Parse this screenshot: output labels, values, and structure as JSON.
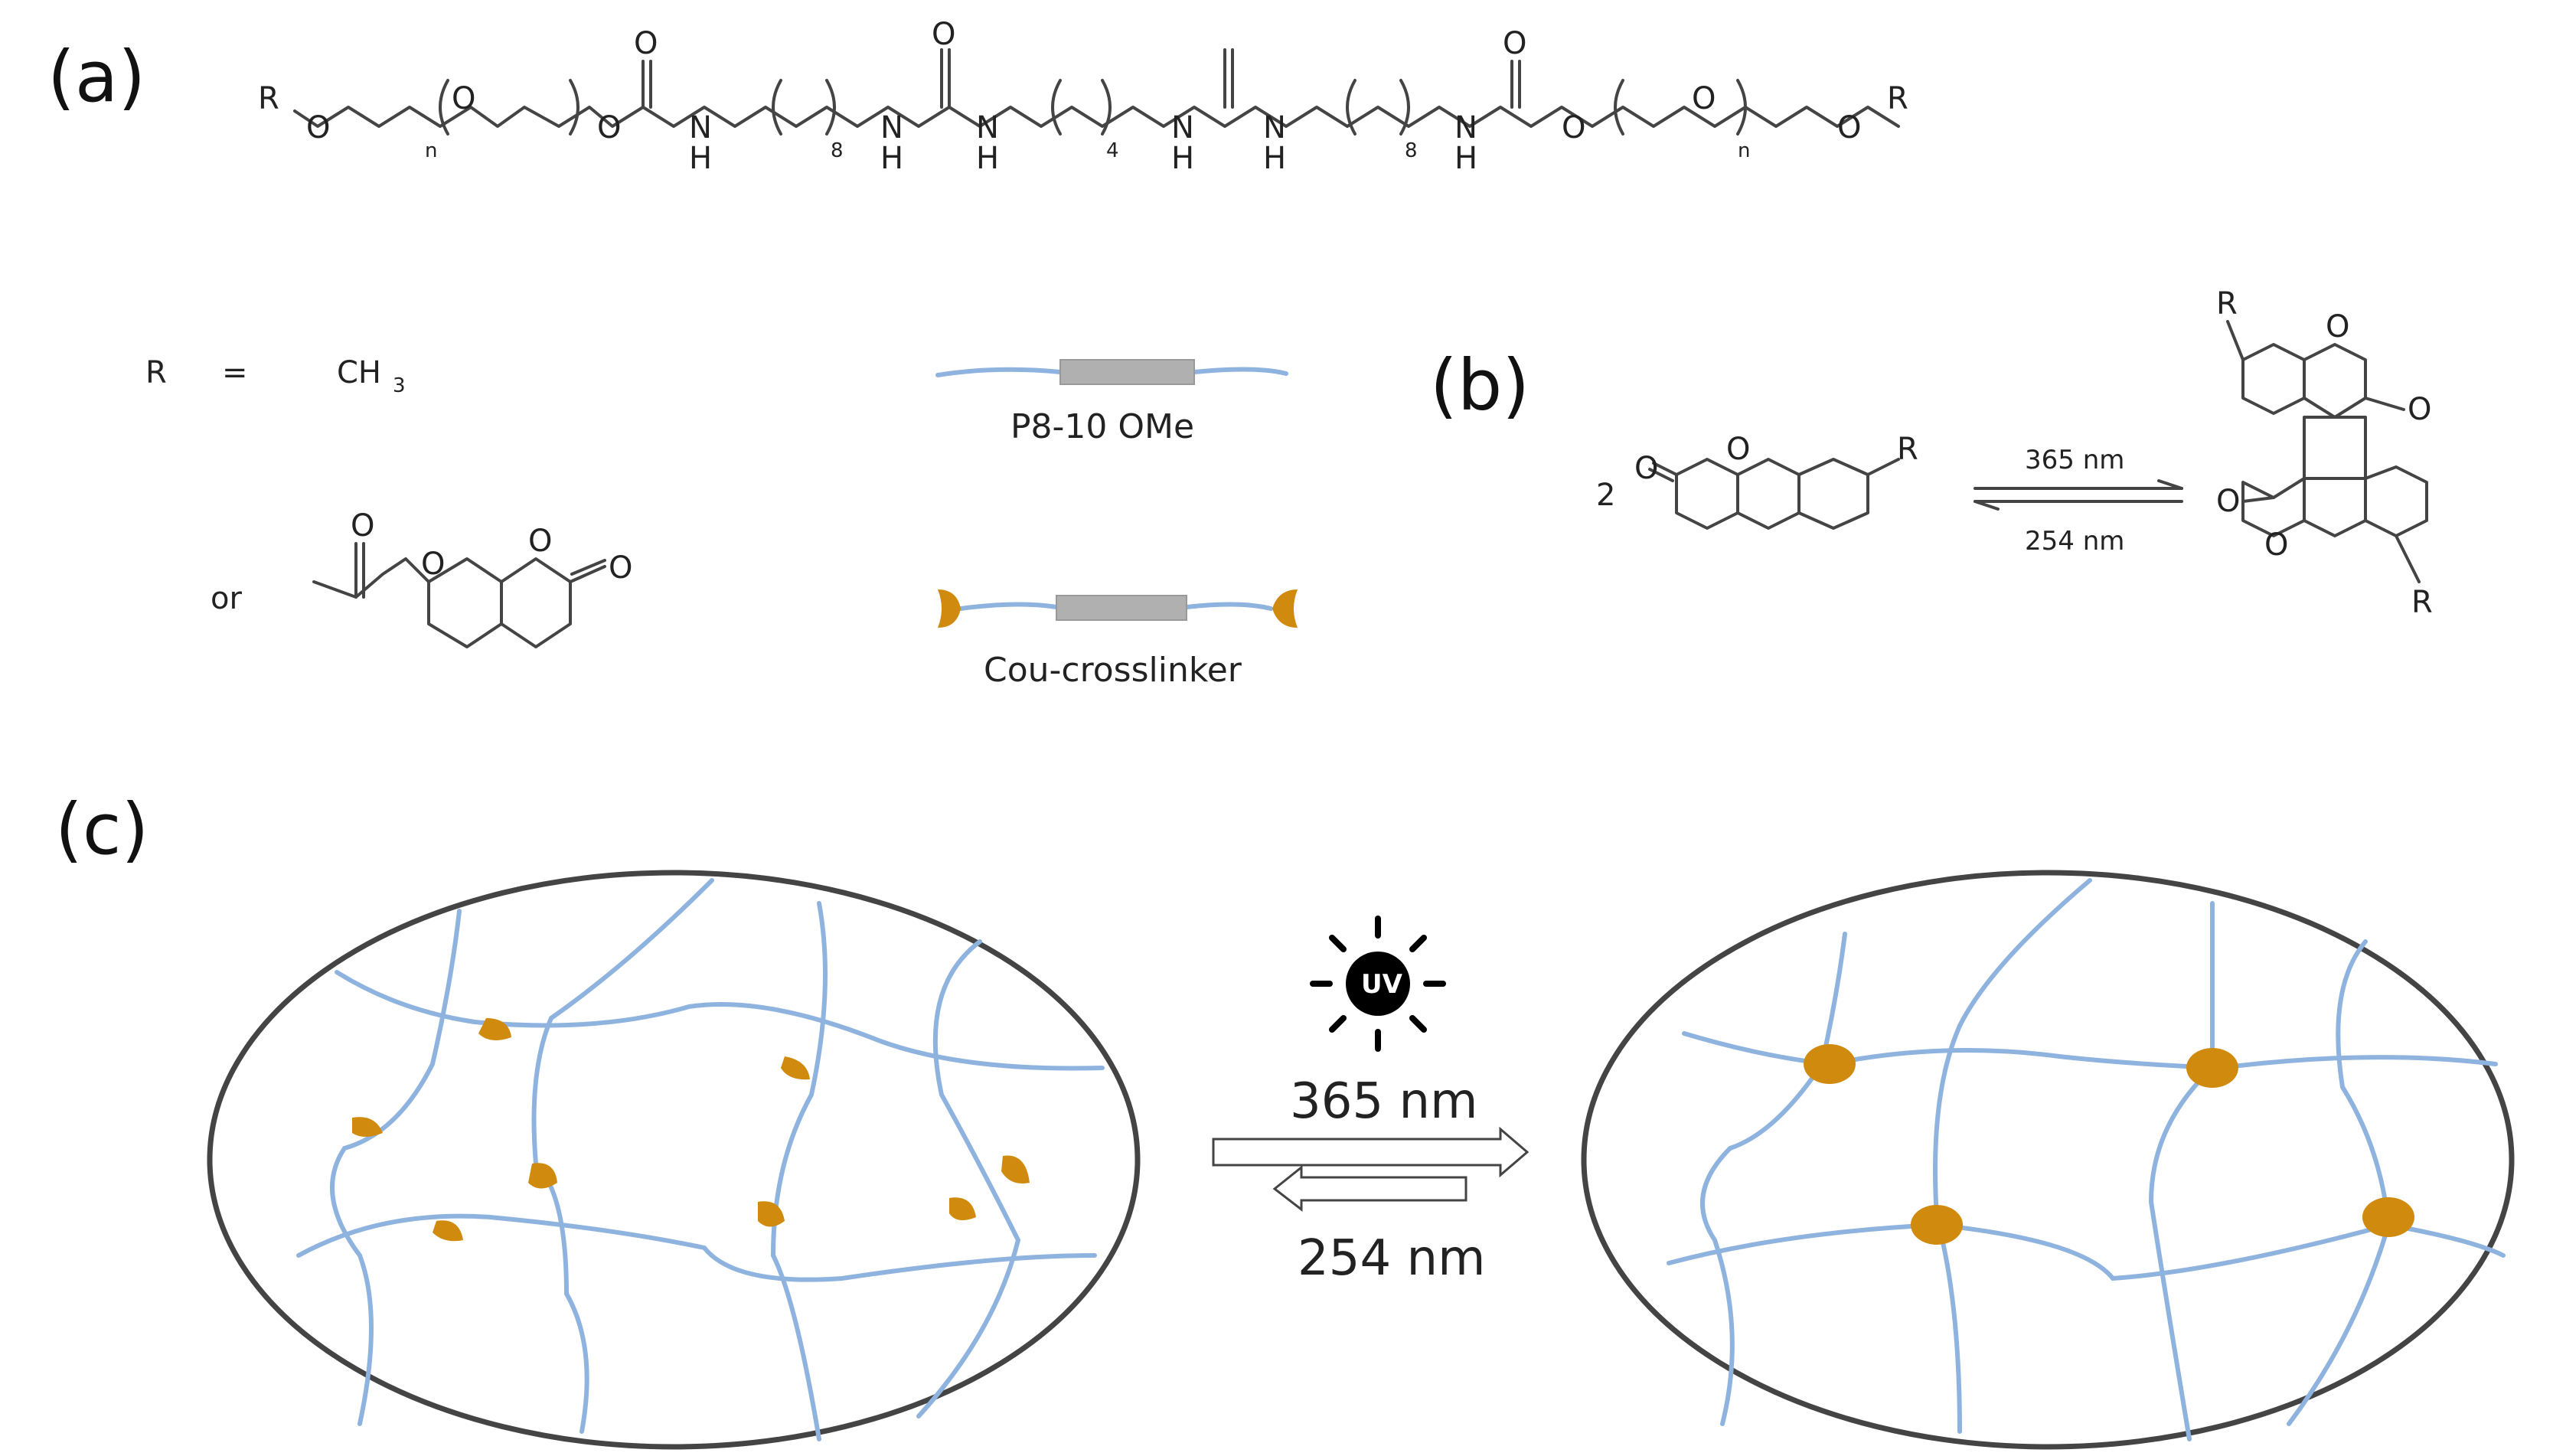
{
  "panels": {
    "a": "(a)",
    "b": "(b)",
    "c": "(c)"
  },
  "structure_a": {
    "atoms": [
      "R",
      "O",
      "O",
      "O",
      "O",
      "N",
      "H",
      "N",
      "H",
      "N",
      "H",
      "N",
      "H",
      "N",
      "H",
      "N",
      "H",
      "O",
      "O",
      "O",
      "O",
      "O",
      "R"
    ],
    "subscripts": [
      "n",
      "8",
      "4",
      "8",
      "n"
    ]
  },
  "r_definition": {
    "r_label": "R",
    "equals": "=",
    "option1": "CH",
    "option1_sub": "3",
    "or": "or"
  },
  "legend": {
    "item1": "P8-10 OMe",
    "item2": "Cou-crosslinker"
  },
  "reaction_b": {
    "coefficient": "2",
    "forward": "365 nm",
    "reverse": "254 nm"
  },
  "network_c": {
    "uv_badge": "UV",
    "forward": "365 nm",
    "reverse": "254 nm"
  },
  "colors": {
    "chain": "#8fb3df",
    "core": "#b0b0b0",
    "coumarin": "#d08a0e",
    "outline": "#444444"
  }
}
